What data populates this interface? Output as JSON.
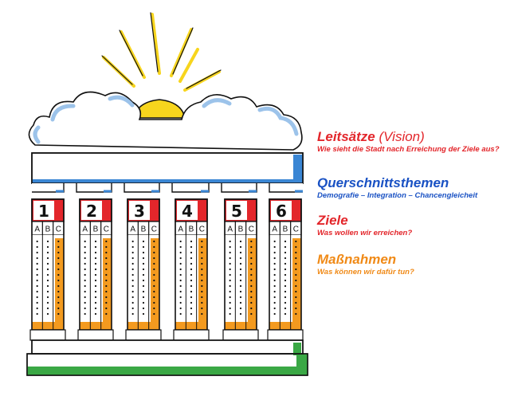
{
  "legend": {
    "leitsaetze": {
      "title": "Leitsätze",
      "title_suffix": "(Vision)",
      "subtitle": "Wie sieht die Stadt nach Erreichung der Ziele aus?",
      "color": "#e3262b"
    },
    "querschnitt": {
      "title": "Querschnittsthemen",
      "subtitle": "Demografie – Integration – Chancengleicheit",
      "color": "#1a52c4"
    },
    "ziele": {
      "title": "Ziele",
      "subtitle": "Was wollen wir erreichen?",
      "color": "#e3262b"
    },
    "massnahmen": {
      "title": "Maßnahmen",
      "subtitle": "Was können wir dafür tun?",
      "color": "#f08a17"
    }
  },
  "columns": [
    {
      "number": "1",
      "letters": [
        "A",
        "B",
        "C"
      ]
    },
    {
      "number": "2",
      "letters": [
        "A",
        "B",
        "C"
      ]
    },
    {
      "number": "3",
      "letters": [
        "A",
        "B",
        "C"
      ]
    },
    {
      "number": "4",
      "letters": [
        "A",
        "B",
        "C"
      ]
    },
    {
      "number": "5",
      "letters": [
        "A",
        "B",
        "C"
      ]
    },
    {
      "number": "6",
      "letters": [
        "A",
        "B",
        "C"
      ]
    }
  ],
  "colors": {
    "sun": "#f7d51d",
    "cloud_shade": "#9cc3ea",
    "beam_shade": "#3a86d4",
    "ziele_red": "#e3262b",
    "column_orange": "#f39a1f",
    "base_green": "#3aa845",
    "outline": "#111111"
  }
}
